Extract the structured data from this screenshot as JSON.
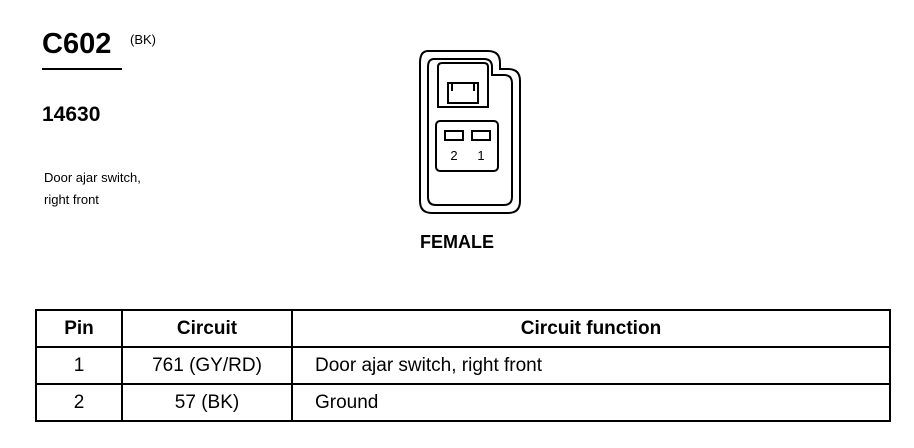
{
  "connector": {
    "id": "C602",
    "color": "(BK)",
    "part_number": "14630",
    "description_lines": [
      "Door ajar switch,",
      "right front"
    ],
    "gender": "FEMALE",
    "cavity_labels": [
      "2",
      "1"
    ]
  },
  "table": {
    "headers": [
      "Pin",
      "Circuit",
      "Circuit function"
    ],
    "rows": [
      {
        "pin": "1",
        "circuit": "761 (GY/RD)",
        "function": "Door ajar switch, right front"
      },
      {
        "pin": "2",
        "circuit": "57 (BK)",
        "function": "Ground"
      }
    ]
  }
}
